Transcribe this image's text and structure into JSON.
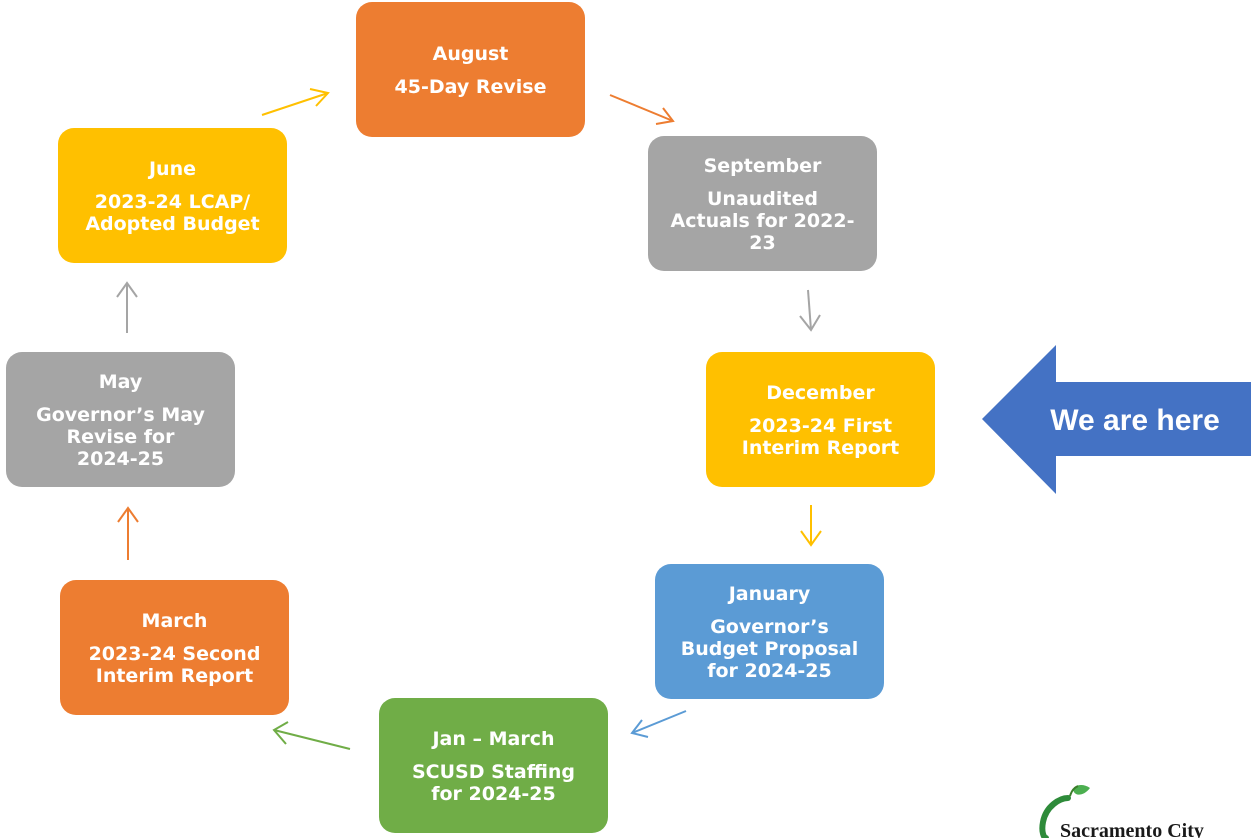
{
  "cycle": {
    "august": {
      "month": "August",
      "desc": "45-Day Revise"
    },
    "september": {
      "month": "September",
      "desc": "Unaudited\nActuals for 2022-\n23"
    },
    "december": {
      "month": "December",
      "desc": "2023-24 First\nInterim Report"
    },
    "january": {
      "month": "January",
      "desc": "Governor’s\nBudget Proposal\nfor 2024-25"
    },
    "jan_march": {
      "month": "Jan – March",
      "desc": "SCUSD Staffing\nfor 2024-25"
    },
    "march": {
      "month": "March",
      "desc": "2023-24 Second\nInterim Report"
    },
    "may": {
      "month": "May",
      "desc": "Governor’s May\nRevise for\n2024-25"
    },
    "june": {
      "month": "June",
      "desc": "2023-24 LCAP/\nAdopted Budget"
    }
  },
  "callout": {
    "text": "We are here",
    "color": "#4472C4"
  },
  "logo": {
    "text": "Sacramento City"
  },
  "colors": {
    "orange": "#ED7D31",
    "gray": "#A5A5A5",
    "gold": "#FFC000",
    "blue": "#5B9BD5",
    "green": "#70AD47"
  }
}
